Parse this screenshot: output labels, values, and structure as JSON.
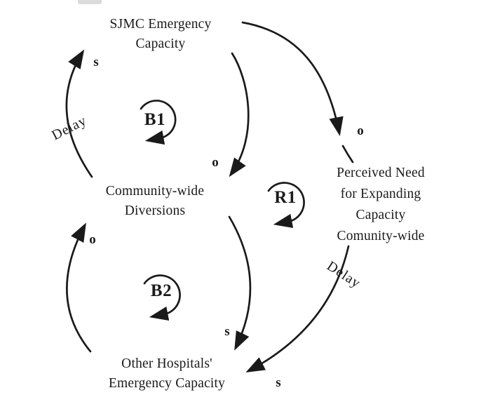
{
  "diagram_type": "causal-loop-diagram",
  "colors": {
    "ink": "#1a1a1a",
    "background": "#ffffff"
  },
  "nodes": {
    "sjmc": {
      "line1": "SJMC Emergency",
      "line2": "Capacity"
    },
    "diversions": {
      "line1": "Community-wide",
      "line2": "Diversions"
    },
    "other": {
      "line1": "Other Hospitals'",
      "line2": "Emergency Capacity"
    },
    "perceived": {
      "line1": "Perceived Need",
      "line2": "for Expanding",
      "line3": "Capacity",
      "line4": "Comunity-wide"
    }
  },
  "loops": {
    "b1": "B1",
    "b2": "B2",
    "r1": "R1"
  },
  "polarity": {
    "diversions_to_sjmc": "s",
    "sjmc_to_diversions": "o",
    "sjmc_to_perceived": "o",
    "other_to_diversions": "o",
    "diversions_to_other": "s",
    "perceived_to_other": "s"
  },
  "delays": {
    "left": "Delay",
    "right": "Delay"
  }
}
